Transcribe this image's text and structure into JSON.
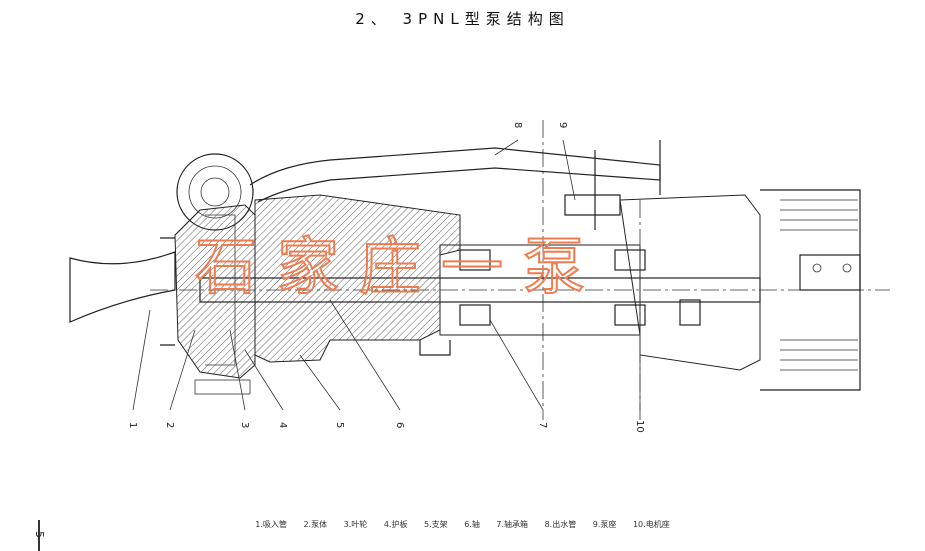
{
  "title": "2、 3PNL型泵结构图",
  "watermark": "石家庄一泵",
  "page_number": "5",
  "callouts": [
    "1",
    "2",
    "3",
    "4",
    "5",
    "6",
    "7",
    "8",
    "9",
    "10"
  ],
  "legend": [
    "1.吸入管",
    "2.泵体",
    "3.叶轮",
    "4.护板",
    "5.支架",
    "6.轴",
    "7.轴承箱",
    "8.出水管",
    "9.泵座",
    "10.电机座"
  ],
  "colors": {
    "line": "#222222",
    "watermark": "#f07b4f"
  }
}
